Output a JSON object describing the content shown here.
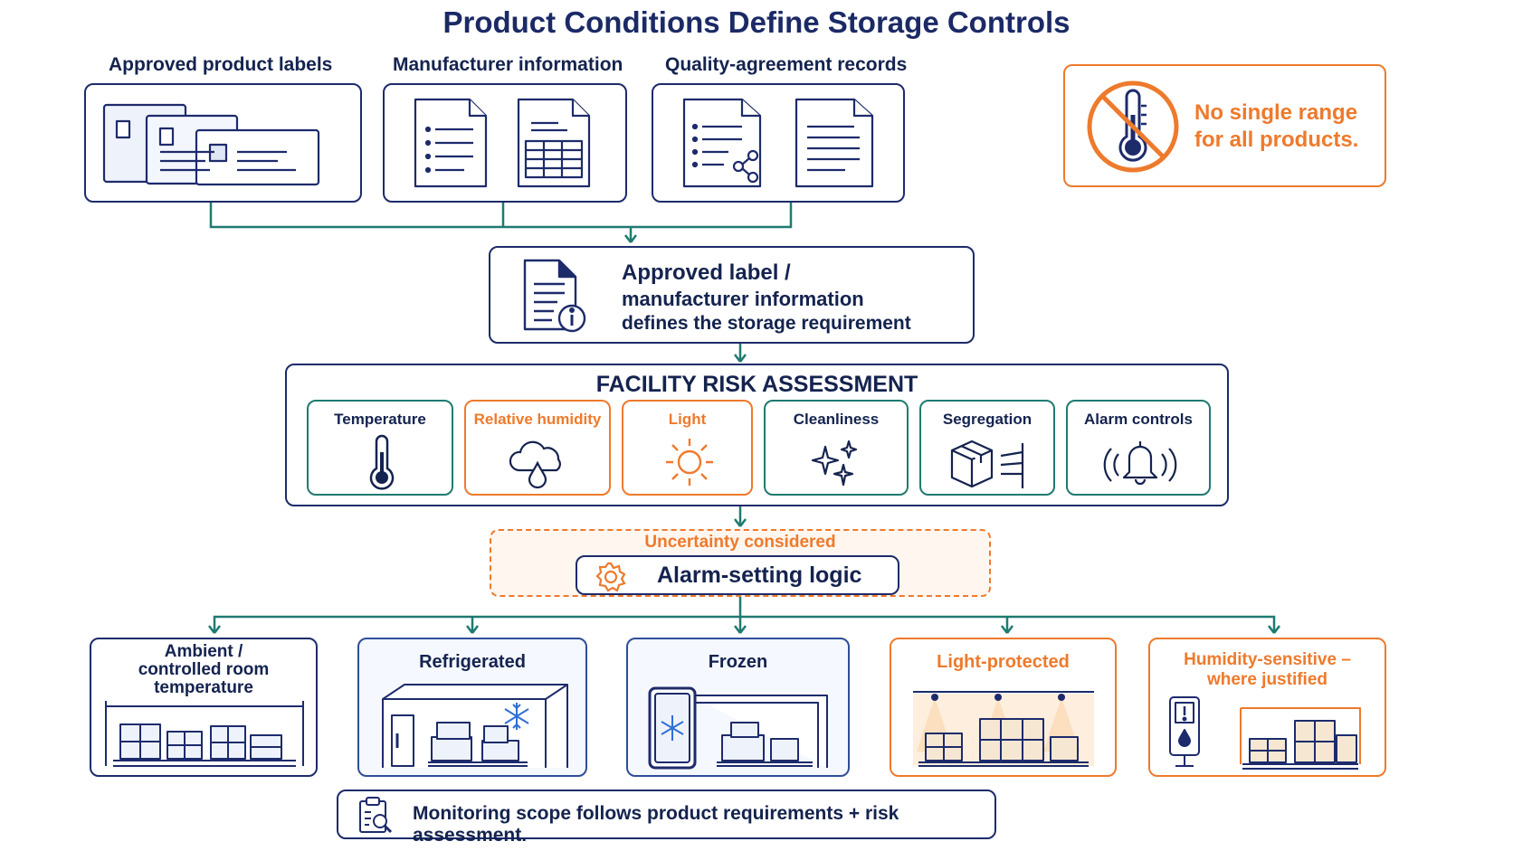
{
  "title": "Product Conditions Define Storage Controls",
  "sources": [
    {
      "label": "Approved product labels"
    },
    {
      "label": "Manufacturer information"
    },
    {
      "label": "Quality-agreement records"
    }
  ],
  "warning": {
    "line1": "No single range",
    "line2": "for all products."
  },
  "definition": {
    "line1": "Approved label /",
    "line2": "manufacturer information",
    "line3": "defines the storage requirement"
  },
  "risk": {
    "title": "FACILITY RISK ASSESSMENT",
    "factors": [
      {
        "label": "Temperature"
      },
      {
        "label": "Relative humidity"
      },
      {
        "label": "Light"
      },
      {
        "label": "Cleanliness"
      },
      {
        "label": "Segregation"
      },
      {
        "label": "Alarm controls"
      }
    ]
  },
  "alarm": {
    "uncertainty": "Uncertainty considered",
    "label": "Alarm-setting logic"
  },
  "storage": [
    {
      "line1": "Ambient /",
      "line2": "controlled room",
      "line3": "temperature"
    },
    {
      "line1": "Refrigerated"
    },
    {
      "line1": "Frozen"
    },
    {
      "line1": "Light-protected"
    },
    {
      "line1": "Humidity-sensitive –",
      "line2": "where justified"
    }
  ],
  "footer": "Monitoring scope follows product requirements + risk assessment.",
  "colors": {
    "navy": "#1d2b6b",
    "teal": "#1f7a70",
    "orange": "#ee7a2c",
    "blue": "#2f4e99"
  }
}
